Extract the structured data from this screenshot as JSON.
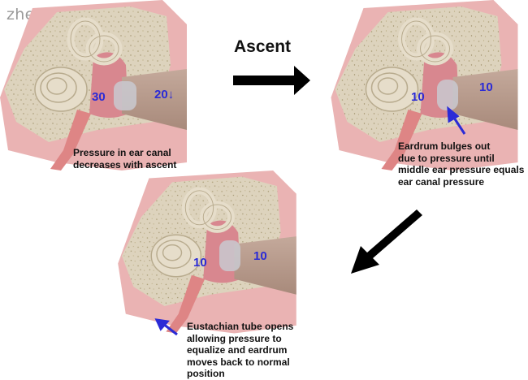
{
  "watermark": "zhentun.com",
  "title": "Ascent",
  "panels": [
    {
      "middle_ear_pressure": "30",
      "ear_canal_pressure": "20↓",
      "caption": "Pressure in ear canal\ndecreases with ascent"
    },
    {
      "middle_ear_pressure": "10",
      "ear_canal_pressure": "10",
      "caption": "Eardrum bulges out\ndue to pressure until\nmiddle ear pressure equals\near canal pressure"
    },
    {
      "middle_ear_pressure": "10",
      "ear_canal_pressure": "10",
      "caption": "Eustachian tube opens\nallowing pressure to\nequalize and eardrum\nmoves back to normal\nposition"
    }
  ],
  "colors": {
    "bone": "#ddd3bd",
    "flesh": "#e8a9a9",
    "skin": "#b89a8a",
    "cochlea": "#e4dccb",
    "pressure_text": "#2b2bd6",
    "pointer_arrow": "#2b2bd6",
    "step_arrow": "#000000"
  }
}
